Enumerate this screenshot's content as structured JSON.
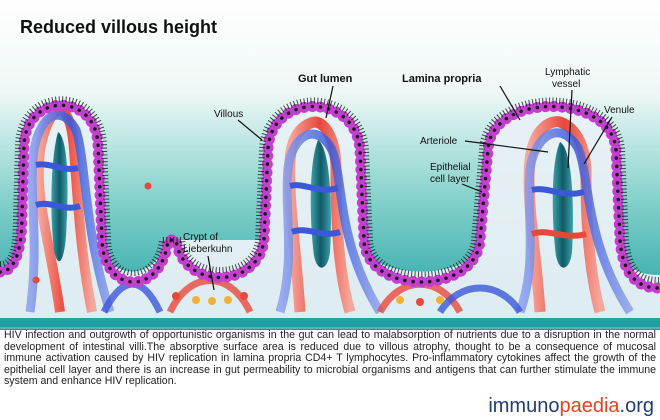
{
  "title": "Reduced villous height",
  "labels": {
    "gut_lumen": "Gut lumen",
    "lamina_propria": "Lamina propria",
    "lymphatic_vessel_line1": "Lymphatic",
    "lymphatic_vessel_line2": "vessel",
    "venule": "Venule",
    "villous": "Villous",
    "arteriole": "Arteriole",
    "epithelial_line1": "Epithelial",
    "epithelial_line2": "cell layer",
    "crypt_line1": "Crypt of",
    "crypt_line2": "Lieberkuhn"
  },
  "caption": "HIV infection and outgrowth of opportunistic organisms in the gut can lead to malabsorption of nutrients due to a disruption in the normal development of intestinal villi.The absorptive surface area is reduced due to villous atrophy, thought to be a consequence of mucosal immune activation caused by HIV replication in lamina propria CD4+ T lymphocytes. Pro-inflammatory cytokines affect the growth of the epithelial cell layer and there is an increase in gut permeability to microbial organisms and antigens that can further stimulate the immune system and enhance HIV replication.",
  "brand": {
    "part1": "immuno",
    "part2": "paedia",
    "part3": ".org"
  },
  "colors": {
    "background_top": "#ffffff",
    "background_bottom": "#1c9ea0",
    "epithelial_cell": "#c43fd0",
    "epithelial_nucleus": "#1a1a1a",
    "arteriole": "#e8473a",
    "venule": "#3a58d8",
    "lymphatic": "#1e6f7a",
    "brand_blue": "#1f3d7a",
    "brand_orange": "#e0451b"
  }
}
